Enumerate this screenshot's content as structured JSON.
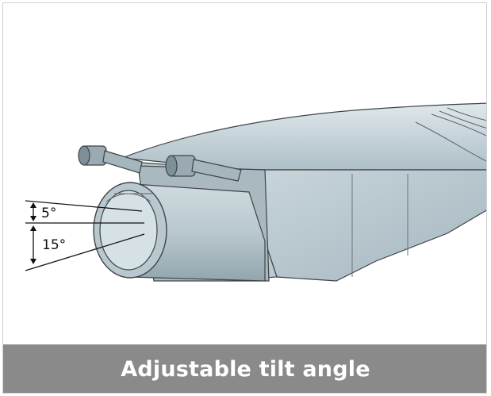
{
  "caption": {
    "text": "Adjustable tilt angle",
    "background": "#8a8a8a"
  },
  "angles": {
    "small": "5°",
    "large": "15°"
  },
  "colors": {
    "body": "#c8d6dc",
    "body_dark": "#9fb2ba",
    "edge": "#3d4448",
    "accent_line": "#111111"
  }
}
